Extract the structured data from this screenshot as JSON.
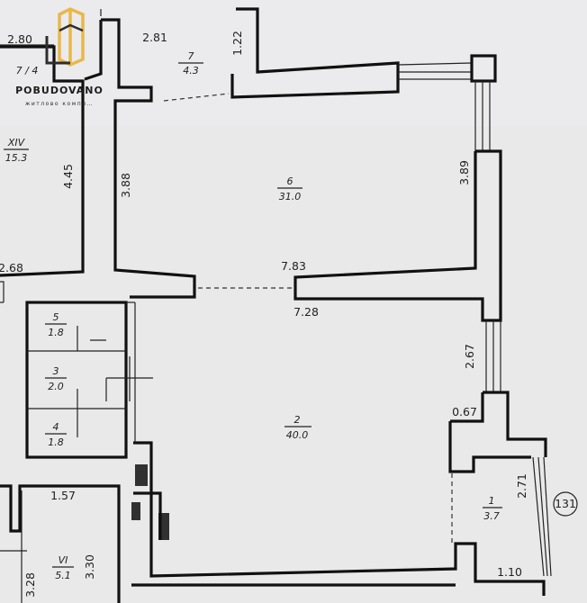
{
  "logo": {
    "name": "POBUDOVANO",
    "tagline": "житлово компл…",
    "accent": "#e8b84a"
  },
  "rooms": [
    {
      "id": "room-1",
      "number": "1",
      "area": "3.7"
    },
    {
      "id": "room-2",
      "number": "2",
      "area": "40.0"
    },
    {
      "id": "room-3",
      "number": "3",
      "area": "2.0"
    },
    {
      "id": "room-4",
      "number": "4",
      "area": "1.8"
    },
    {
      "id": "room-5",
      "number": "5",
      "area": "1.8"
    },
    {
      "id": "room-6",
      "number": "6",
      "area": "31.0"
    },
    {
      "id": "room-7",
      "number": "7",
      "area": "4.3"
    },
    {
      "id": "room-xiv",
      "number": "XIV",
      "area": "15.3"
    },
    {
      "id": "room-vi",
      "number": "VI",
      "area": "5.1"
    }
  ],
  "dimensions": {
    "d_2_80": "2.80",
    "d_2_81": "2.81",
    "d_1_22": "1.22",
    "d_4_45": "4.45",
    "d_3_88": "3.88",
    "d_3_89": "3.89",
    "d_2_68": "2.68",
    "d_7_83": "7.83",
    "d_7_28": "7.28",
    "d_2_67": "2.67",
    "d_0_67": "0.67",
    "d_2_71": "2.71",
    "d_1_57": "1.57",
    "d_3_30": "3.30",
    "d_3_28": "3.28",
    "d_1_10": "1.10"
  },
  "markers": {
    "circle_131": "131",
    "corner_note": "7 / 4"
  }
}
